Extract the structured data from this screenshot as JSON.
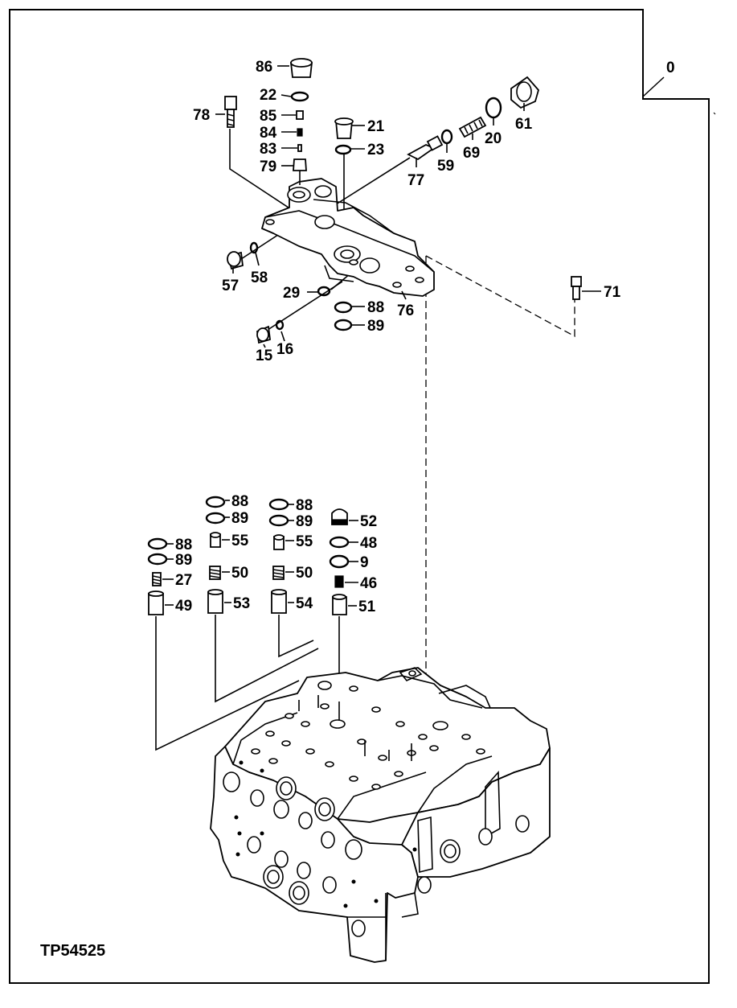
{
  "figure": {
    "id_label": "TP54525",
    "corner_label": "0"
  },
  "upper_callouts": [
    "86",
    "22",
    "85",
    "84",
    "83",
    "79",
    "78",
    "21",
    "23",
    "77",
    "59",
    "69",
    "20",
    "61",
    "57",
    "58",
    "29",
    "88",
    "89",
    "76",
    "15",
    "16",
    "71"
  ],
  "lower_callouts": [
    "88",
    "89",
    "27",
    "49",
    "88",
    "89",
    "55",
    "50",
    "53",
    "88",
    "89",
    "55",
    "50",
    "54",
    "52",
    "48",
    "9",
    "46",
    "51"
  ],
  "colors": {
    "ink": "#000000",
    "paper": "#ffffff"
  }
}
